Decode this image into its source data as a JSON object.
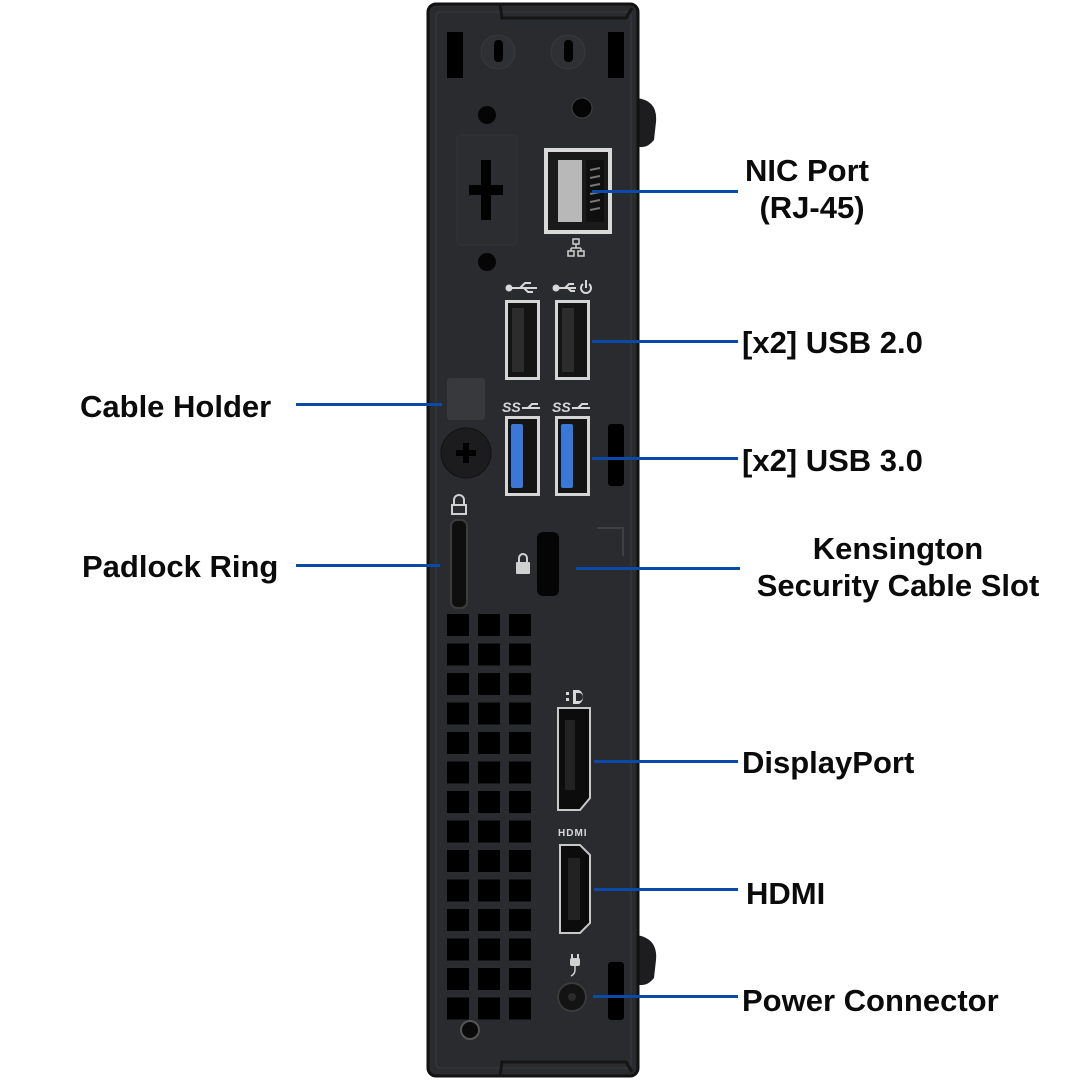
{
  "colors": {
    "chassis": "#2a2b2e",
    "chassis_edge": "#1a1a1c",
    "usb3_blue": "#3a78d8",
    "leader_line": "#0a4aa8",
    "text": "#0b0b0b"
  },
  "port_icons": {
    "usb_symbol": "usb-icon",
    "usb3_text": "SS",
    "power_usb": "usb-power-icon",
    "network": "network-icon",
    "displayport": "displayport-icon",
    "hdmi_text": "HDMI",
    "lock": "lock-icon",
    "kensington": "kensington-lock-icon",
    "power": "power-plug-icon"
  },
  "labels": {
    "nic_line1": "NIC Port",
    "nic_line2": "(RJ-45)",
    "usb2": "[x2] USB 2.0",
    "usb3": "[x2] USB 3.0",
    "cable_holder": "Cable Holder",
    "padlock_ring": "Padlock Ring",
    "kensington_line1": "Kensington",
    "kensington_line2": "Security Cable Slot",
    "displayport": "DisplayPort",
    "hdmi": "HDMI",
    "power_connector": "Power Connector"
  }
}
